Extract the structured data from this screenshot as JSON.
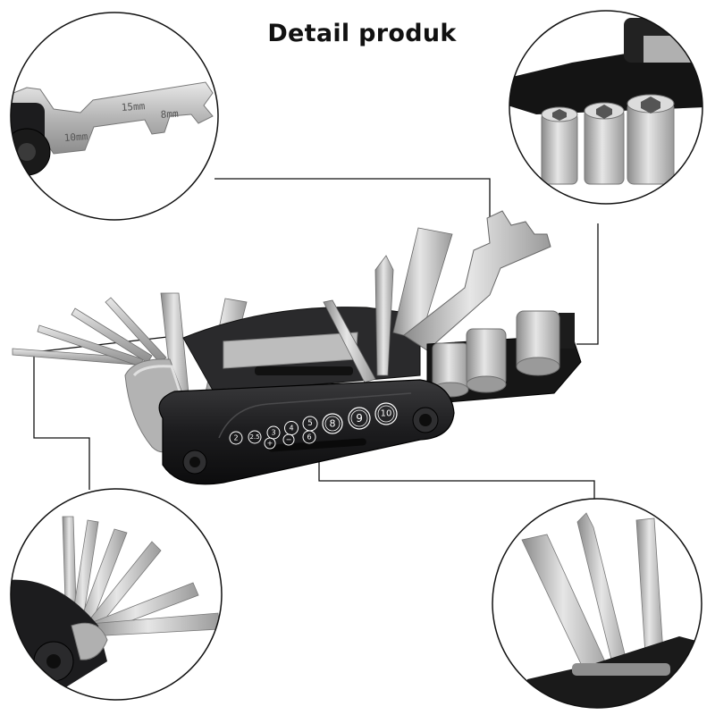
{
  "header": {
    "title": "Detail produk"
  },
  "tool": {
    "dial_labels": [
      "2",
      "2.5",
      "3",
      "4",
      "5",
      "8",
      "9",
      "10"
    ],
    "dial_sub_labels": [
      "+",
      "−",
      "6"
    ]
  },
  "detail_wrench": {
    "stamps": [
      "10mm",
      "15mm",
      "8mm"
    ]
  },
  "colors": {
    "body": "#1c1c1e",
    "steel": "#c9c9c9",
    "steel_dark": "#8d8d8d",
    "callout": "#111111"
  }
}
